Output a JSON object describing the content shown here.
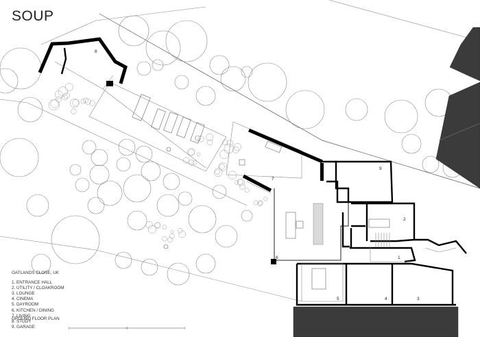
{
  "brand": "SOUP",
  "location": "OATLANDS CLOSE, UK",
  "rooms": [
    "1. ENTRANCE HALL",
    "2. UTILITY / CLOAKROOM",
    "3. LOUNGE",
    "4. CINEMA",
    "5. DAYROOM",
    "6. KITCHEN / DINING",
    "7. LIVING",
    "8. STUDY",
    "9. GARAGE"
  ],
  "plan_title": "GROUND FLOOR PLAN",
  "room_numbers": [
    "1",
    "2",
    "3",
    "4",
    "5",
    "6",
    "7",
    "8",
    "9"
  ],
  "colors": {
    "wall": "#000000",
    "neighbour": "#3b3b3b",
    "tree_outline": "#8a8a8a"
  }
}
